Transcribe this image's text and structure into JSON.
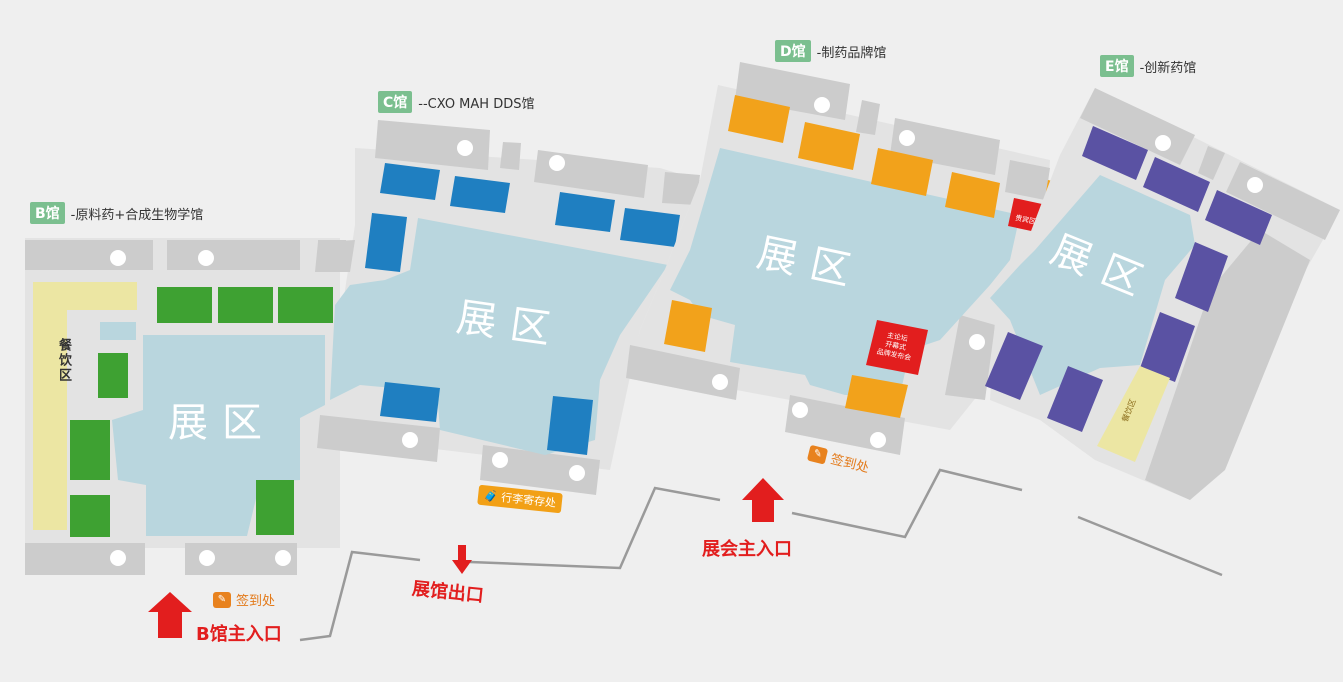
{
  "halls": {
    "b": {
      "tag": "B馆",
      "desc": "-原料药+合成生物学馆"
    },
    "c": {
      "tag": "C馆",
      "desc": "--CXO MAH DDS馆"
    },
    "d": {
      "tag": "D馆",
      "desc": "-制药品牌馆"
    },
    "e": {
      "tag": "E馆",
      "desc": "-创新药馆"
    }
  },
  "zones": {
    "exhibit": "展区"
  },
  "dining": {
    "label": "餐饮区"
  },
  "checkin": {
    "label": "签到处"
  },
  "luggage": {
    "label": "行李寄存处"
  },
  "entrances": {
    "b_main": "B馆主入口",
    "hall_exit": "展馆出口",
    "expo_main": "展会主入口"
  },
  "forum": {
    "label": "主论坛\n开幕式\n品牌发布会"
  },
  "lounge": {
    "label": "贵宾区"
  },
  "colors": {
    "b_booth": "#3ea132",
    "c_booth": "#1f7fc1",
    "d_booth": "#f2a21b",
    "e_booth": "#5a52a3",
    "zone_floor": "#b9d6de",
    "accent_red": "#e21e1e",
    "dining": "#ece6a3"
  }
}
